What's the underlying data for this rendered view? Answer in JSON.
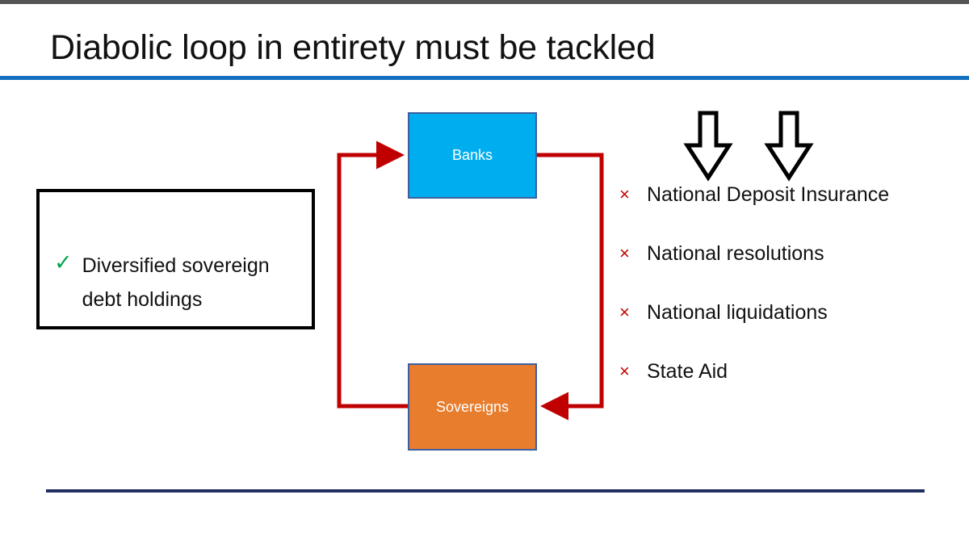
{
  "slide": {
    "title": "Diabolic loop in entirety must be tackled",
    "accent_top_bar_color": "#545454",
    "title_rule_color": "#1470BE",
    "bottom_rule_color": "#1F2F63",
    "background_color": "#ffffff"
  },
  "callout": {
    "marker": "✓",
    "marker_color": "#00A44B",
    "border_color": "#000000",
    "line1": "Diversified sovereign",
    "line2": "debt holdings",
    "text": "Diversified sovereign debt holdings"
  },
  "diagram": {
    "loop_color": "#C00000",
    "nodes": [
      {
        "id": "banks",
        "label": "Banks",
        "fill": "#00AEEF",
        "border": "#3D5FA0",
        "text_color": "#ffffff"
      },
      {
        "id": "sovereigns",
        "label": "Sovereigns",
        "fill": "#E87D2E",
        "border": "#3D5FA0",
        "text_color": "#ffffff"
      }
    ],
    "arrows": [
      {
        "name": "sovereigns-to-banks",
        "direction": "up-then-right-into-banks"
      },
      {
        "name": "banks-to-sovereigns",
        "direction": "right-then-down-into-sovereigns"
      }
    ]
  },
  "down_arrows": {
    "count": 2,
    "outline_color": "#000000",
    "fill": "#ffffff",
    "items": [
      {
        "name": "down-arrow-1"
      },
      {
        "name": "down-arrow-2"
      }
    ]
  },
  "cross_list": {
    "marker": "×",
    "marker_color": "#C00000",
    "items": [
      {
        "label": "National Deposit Insurance"
      },
      {
        "label": "National resolutions"
      },
      {
        "label": "National liquidations"
      },
      {
        "label": "State Aid"
      }
    ]
  }
}
